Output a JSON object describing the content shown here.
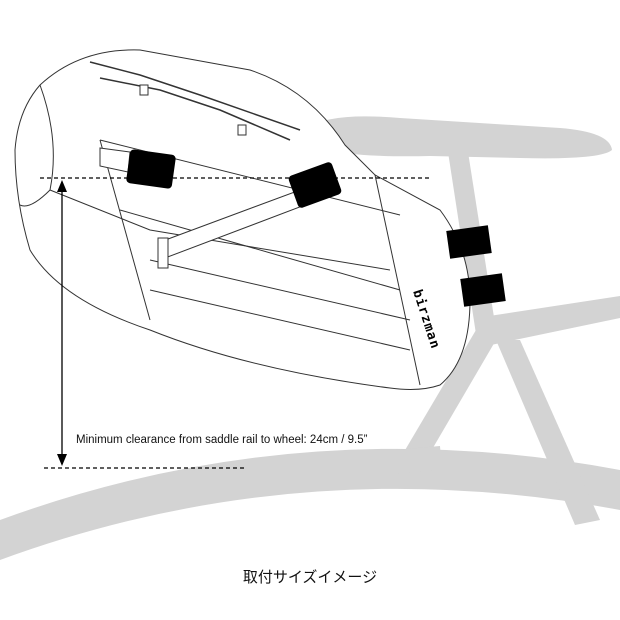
{
  "note": "Minimum clearance from saddle rail to wheel: 24cm / 9.5”",
  "caption": "取付サイズイメージ",
  "brand": "birzman",
  "colors": {
    "bike": "#d3d3d3",
    "outline": "#333333",
    "buckle": "#000000"
  }
}
